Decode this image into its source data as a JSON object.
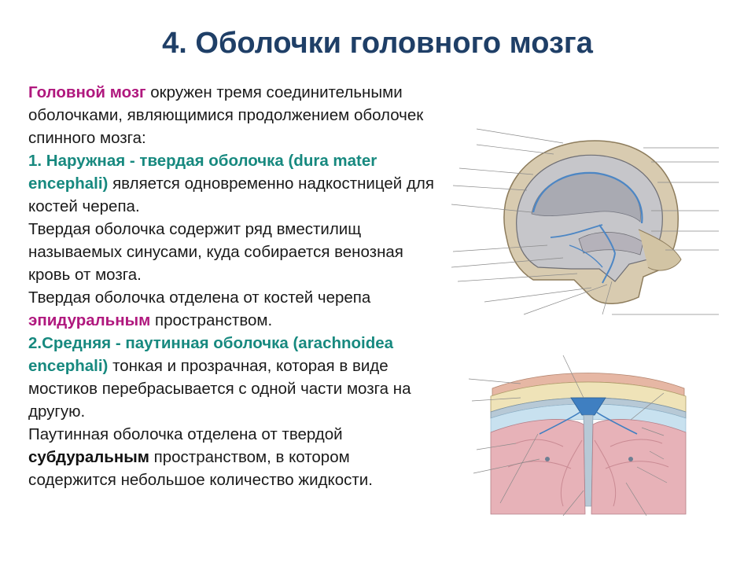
{
  "slide": {
    "title": "4. Оболочки головного мозга"
  },
  "body": {
    "p1_lead": "Головной мозг",
    "p1_rest": " окружен тремя соединительными оболочками, являющимися продолжением оболочек спинного мозга:",
    "p2_lead": "1. Наружная - твердая оболочка (dura mater encephali)",
    "p2_rest": " является одновременно надкостницей для костей черепа.",
    "p3": "Твердая оболочка содержит ряд вместилищ называемых синусами, куда собирается венозная кровь от мозга.",
    "p4_start": "Твердая оболочка отделена от костей черепа ",
    "p4_em": "эпидуральным",
    "p4_end": " пространством.",
    "p5_lead": "2.Средняя - паутинная оболочка (arachnoidea encephali)",
    "p5_rest": "  тонкая и прозрачная, которая в виде мостиков перебрасывается с одной части мозга на другую.",
    "p6_start": "Паутинная оболочка отделена от твердой ",
    "p6_em": "субдуральным",
    "p6_end": " пространством, в котором содержится небольшое количество жидкости."
  },
  "colors": {
    "title": "#1f3f67",
    "magenta": "#b0187e",
    "teal": "#17897f",
    "text": "#1a1a1a"
  }
}
